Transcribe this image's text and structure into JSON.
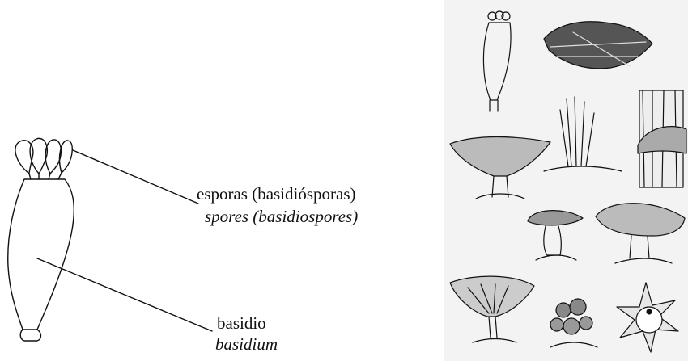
{
  "labels": {
    "spores_es": "esporas (basidiósporas)",
    "spores_en": "spores (basidiospores)",
    "basidium_es": "basidio",
    "basidium_en": "basidium"
  },
  "illustrations": [
    "basidium-sketch",
    "crust-fungus",
    "bracket-fungus",
    "coral-fungus",
    "shelf-fungus-on-bark",
    "bolete-mushroom",
    "large-cap-mushroom",
    "gilled-mushroom",
    "clustered-puffballs",
    "earthstar"
  ],
  "colors": {
    "ink": "#111111",
    "paper": "#ffffff",
    "plate": "#f3f3f3"
  }
}
